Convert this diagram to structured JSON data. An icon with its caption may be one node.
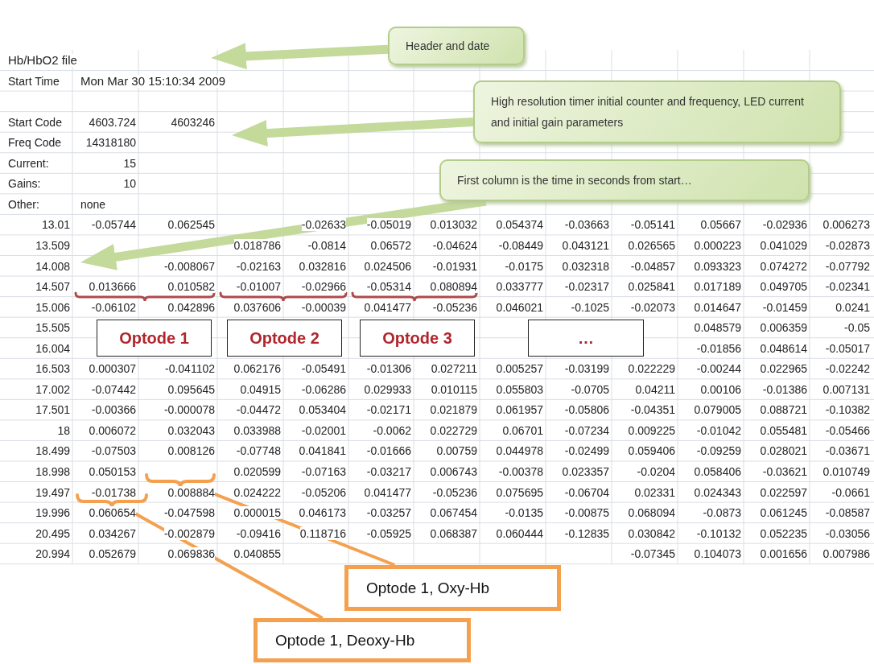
{
  "diagram": {
    "nodes": [
      {
        "text": [
          "Header and date"
        ]
      },
      {
        "text": [
          "High resolution timer initial counter and frequency, LED current and initial gain parameters"
        ]
      },
      {
        "text": [
          "First column is the time in seconds from start…"
        ]
      },
      {
        "text": [
          "Optode 1"
        ]
      },
      {
        "text": [
          "Optode 2"
        ]
      },
      {
        "text": [
          "Optode 3"
        ]
      },
      {
        "text": [
          "…"
        ]
      },
      {
        "text": [
          "Optode 1, Oxy-Hb"
        ]
      },
      {
        "text": [
          "Optode 1, Deoxy-Hb"
        ]
      },
      {
        "text": [],
        "shape": "brace"
      },
      {
        "text": [],
        "shape": "brace"
      }
    ],
    "edges": [
      {
        "from": 0,
        "to": null,
        "arrow": "to"
      },
      {
        "from": 1,
        "to": null,
        "arrow": "to"
      },
      {
        "from": 2,
        "to": null,
        "arrow": "to"
      },
      {
        "from": 7,
        "to": 9,
        "arrow": "none",
        "color": "#f4a04e"
      },
      {
        "from": 8,
        "to": 10,
        "arrow": "none",
        "color": "#f4a04e"
      }
    ],
    "labels": [
      "Hb/HbO2 file",
      "Start Time",
      "Mon Mar 30 15:10:34 2009",
      "Start Code",
      "4603.724",
      "4603246",
      "Freq Code",
      "14318180",
      "Current:",
      "15",
      "Gains:",
      "10",
      "Other:",
      "none",
      "13.01",
      "-0.05744",
      "0.062545",
      "-0.02633",
      "-0.05019",
      "0.013032",
      "0.054374",
      "-0.03663",
      "-0.05141",
      "0.05667",
      "-0.02936",
      "0.006273",
      "13.509",
      "0.018786",
      "-0.0814",
      "0.06572",
      "-0.04624",
      "-0.08449",
      "0.043121",
      "0.026565",
      "0.000223",
      "0.041029",
      "-0.02873",
      "14.008",
      "-0.008067",
      "-0.02163",
      "0.032816",
      "0.024506",
      "-0.01931",
      "-0.0175",
      "0.032318",
      "-0.04857",
      "0.093323",
      "0.074272",
      "-0.07792",
      "14.507",
      "0.013666",
      "0.010582",
      "-0.01007",
      "-0.02966",
      "-0.05314",
      "0.080894",
      "0.033777",
      "-0.02317",
      "0.025841",
      "0.017189",
      "0.049705",
      "-0.02341",
      "15.006",
      "-0.06102",
      "0.042896",
      "0.037606",
      "-0.00039",
      "0.041477",
      "-0.05236",
      "0.046021",
      "-0.1025",
      "-0.02073",
      "0.014647",
      "-0.01459",
      "0.0241",
      "15.505",
      "0.048579",
      "0.006359",
      "-0.05",
      "16.004",
      "-0.01856",
      "0.048614",
      "-0.05017",
      "16.503",
      "0.000307",
      "-0.041102",
      "0.062176",
      "-0.05491",
      "-0.01306",
      "0.027211",
      "0.005257",
      "-0.03199",
      "0.022229",
      "-0.00244",
      "0.022965",
      "-0.02242",
      "17.002",
      "-0.07442",
      "0.095645",
      "0.04915",
      "-0.06286",
      "0.029933",
      "0.010115",
      "0.055803",
      "-0.0705",
      "0.04211",
      "0.00106",
      "-0.01386",
      "0.007131",
      "17.501",
      "-0.00366",
      "-0.000078",
      "-0.04472",
      "0.053404",
      "-0.02171",
      "0.021879",
      "0.061957",
      "-0.05806",
      "-0.04351",
      "0.079005",
      "0.088721",
      "-0.10382",
      "18",
      "0.006072",
      "0.032043",
      "0.033988",
      "-0.02001",
      "-0.0062",
      "0.022729",
      "0.06701",
      "-0.07234",
      "0.009225",
      "-0.01042",
      "0.055481",
      "-0.05466",
      "18.499",
      "-0.07503",
      "0.008126",
      "-0.07748",
      "0.041841",
      "-0.01666",
      "0.00759",
      "0.044978",
      "-0.02499",
      "0.059406",
      "-0.09259",
      "0.028021",
      "-0.03671",
      "18.998",
      "0.050153",
      "0.020599",
      "-0.07163",
      "-0.03217",
      "0.006743",
      "-0.00378",
      "0.023357",
      "-0.0204",
      "0.058406",
      "-0.03621",
      "0.010749",
      "19.497",
      "-0.01738",
      "0.008884",
      "0.024222",
      "-0.05206",
      "0.041477",
      "-0.05236",
      "0.075695",
      "-0.06704",
      "0.02331",
      "0.024343",
      "0.022597",
      "-0.0661",
      "19.996",
      "0.060654",
      "-0.047598",
      "0.000015",
      "0.046173",
      "-0.03257",
      "0.067454",
      "-0.0135",
      "-0.00875",
      "0.068094",
      "-0.0873",
      "0.061245",
      "-0.08587",
      "20.495",
      "0.034267",
      "-0.002879",
      "-0.09416",
      "0.118716",
      "-0.05925",
      "0.068387",
      "0.060444",
      "-0.12835",
      "0.030842",
      "-0.10132",
      "0.052235",
      "-0.03056",
      "20.994",
      "0.052679",
      "0.069836",
      "0.040855",
      "-0.07345",
      "0.104073",
      "0.001656",
      "0.007986"
    ]
  }
}
